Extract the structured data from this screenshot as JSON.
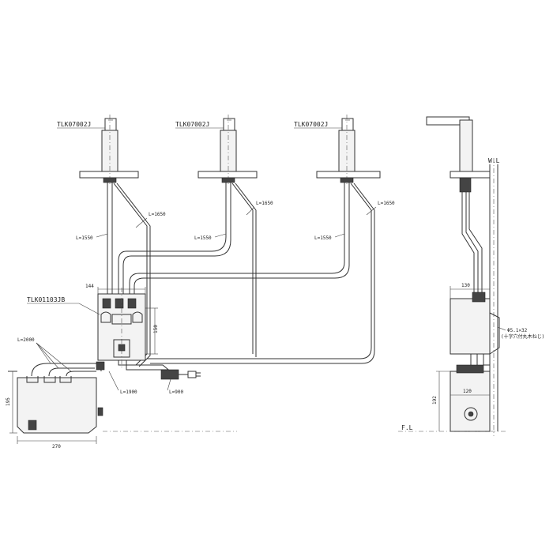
{
  "labels": {
    "faucet_1": "TLK07002J",
    "faucet_2": "TLK07002J",
    "faucet_3": "TLK07002J",
    "control_box": "TLK01103JB",
    "wall_line": "W.L",
    "floor_line": "F.L",
    "screw_spec": "Φ5.1×32",
    "screw_note": "(十字穴付丸木ねじ)"
  },
  "lengths": {
    "l1650_a": "L=1650",
    "l1650_b": "L=1650",
    "l1650_c": "L=1650",
    "l1550_a": "L=1550",
    "l1550_b": "L=1550",
    "l1550_c": "L=1550",
    "l2000": "L=2000",
    "l1900": "L=1900",
    "l900": "L=900"
  },
  "dimensions": {
    "d144": "144",
    "d150": "150",
    "d195": "195",
    "d270": "270",
    "d130": "130",
    "d120": "120",
    "d192": "192"
  }
}
